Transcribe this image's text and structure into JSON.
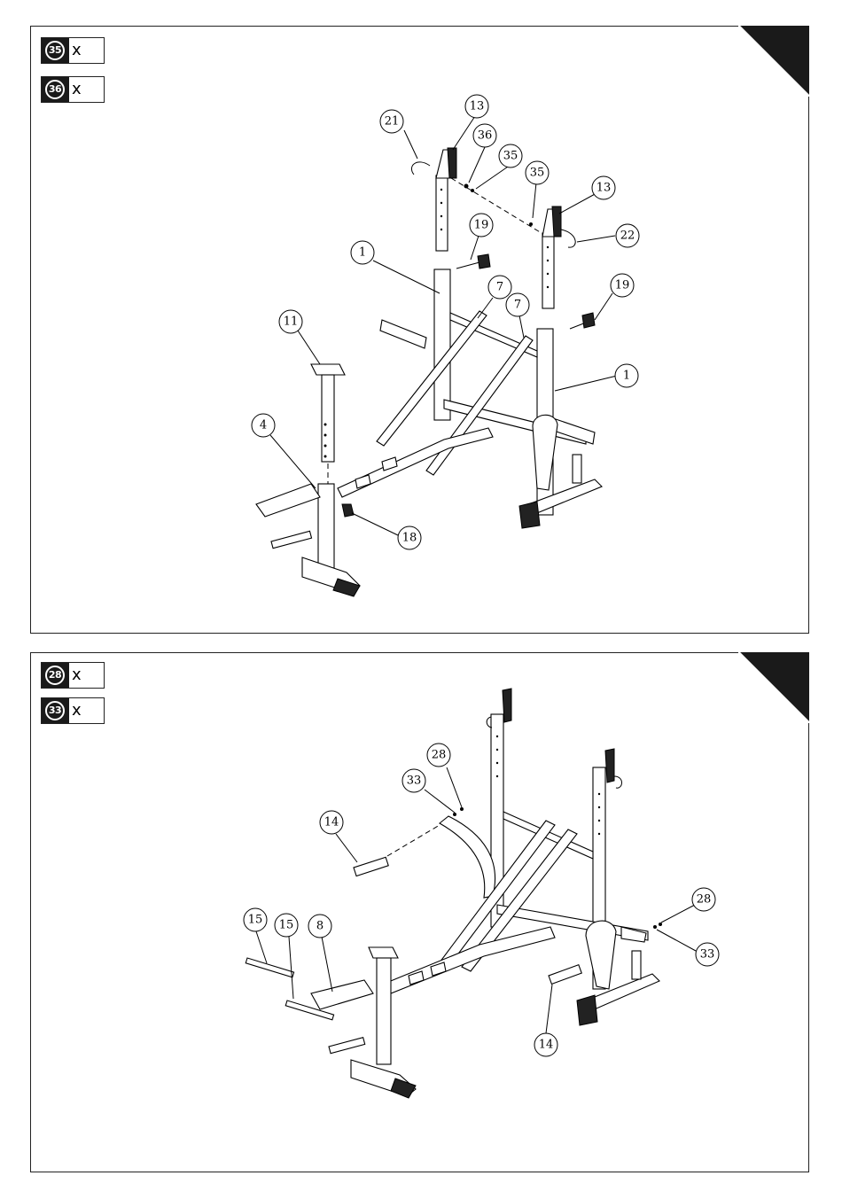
{
  "step1": {
    "parts": [
      {
        "number": "35",
        "qty": "x"
      },
      {
        "number": "36",
        "qty": "x"
      }
    ],
    "callouts": [
      "21",
      "13",
      "36",
      "35",
      "35",
      "13",
      "22",
      "19",
      "1",
      "7",
      "7",
      "19",
      "1",
      "11",
      "4",
      "18"
    ]
  },
  "step2": {
    "parts": [
      {
        "number": "28",
        "qty": "x"
      },
      {
        "number": "33",
        "qty": "x"
      }
    ],
    "callouts": [
      "28",
      "33",
      "14",
      "28",
      "15",
      "15",
      "8",
      "33",
      "14"
    ]
  }
}
